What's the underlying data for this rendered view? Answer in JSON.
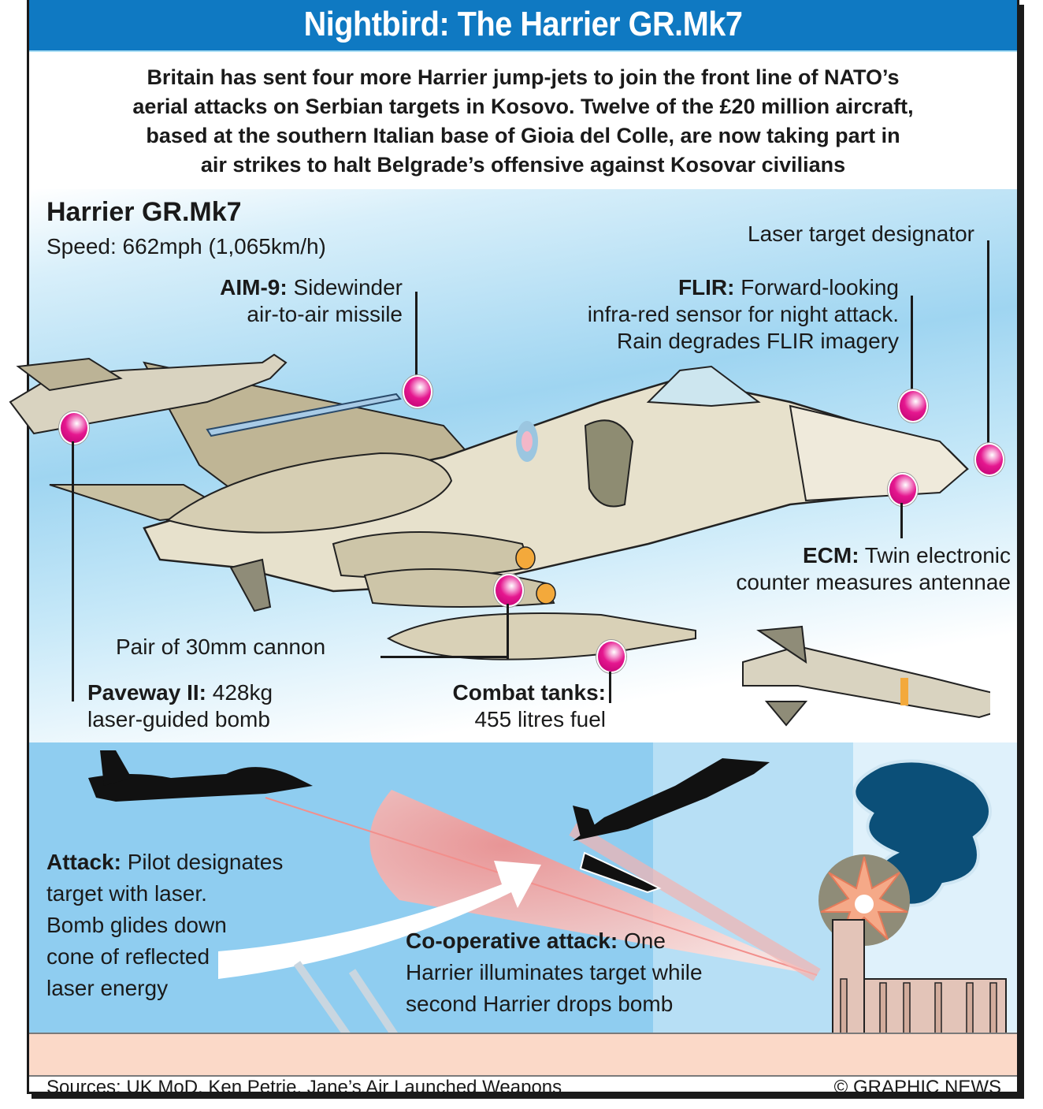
{
  "title": "Nightbird: The Harrier GR.Mk7",
  "intro": [
    "Britain has sent four more Harrier jump-jets to join the front line of NATO’s",
    "aerial attacks on Serbian targets in Kosovo. Twelve of the £20 million aircraft,",
    "based at the southern Italian base of Gioia del Colle, are now taking part in",
    "air strikes to halt Belgrade’s offensive against Kosovar civilians"
  ],
  "aircraft": {
    "name": "Harrier GR.Mk7",
    "speed": "Speed: 662mph (1,065km/h)"
  },
  "callouts": {
    "aim9": {
      "label": "AIM-9:",
      "line1": " Sidewinder",
      "line2": "air-to-air missile"
    },
    "laser": {
      "line1": "Laser target designator"
    },
    "flir": {
      "label": "FLIR:",
      "line1": " Forward-looking",
      "line2": "infra-red sensor for night attack.",
      "line3": "Rain degrades FLIR imagery"
    },
    "ecm": {
      "label": "ECM:",
      "line1": " Twin electronic",
      "line2": "counter measures antennae"
    },
    "cannon": {
      "line1": "Pair of 30mm cannon"
    },
    "paveway": {
      "label": "Paveway II:",
      "line1": " 428kg",
      "line2": "laser-guided bomb"
    },
    "tanks": {
      "label": "Combat tanks:",
      "line2": "455 litres fuel"
    }
  },
  "attack": {
    "label": "Attack:",
    "line1": " Pilot designates",
    "line2": "target with laser.",
    "line3": "Bomb glides down",
    "line4": "cone of reflected",
    "line5": "laser energy"
  },
  "coop": {
    "label": "Co-operative attack:",
    "line1": " One",
    "line2": "Harrier illuminates target while",
    "line3": "second Harrier drops bomb"
  },
  "footer": {
    "sources": "Sources: UK MoD, Ken Petrie, Jane’s Air Launched Weapons",
    "copyright": "© GRAPHIC NEWS"
  },
  "colors": {
    "title_bg": "#0f79c2",
    "pin": "#e5178f",
    "sky": "#8fcdf0",
    "ground": "#fbd9c8",
    "aircraft": "#d8d0b4",
    "smoke": "#0b4f78"
  }
}
